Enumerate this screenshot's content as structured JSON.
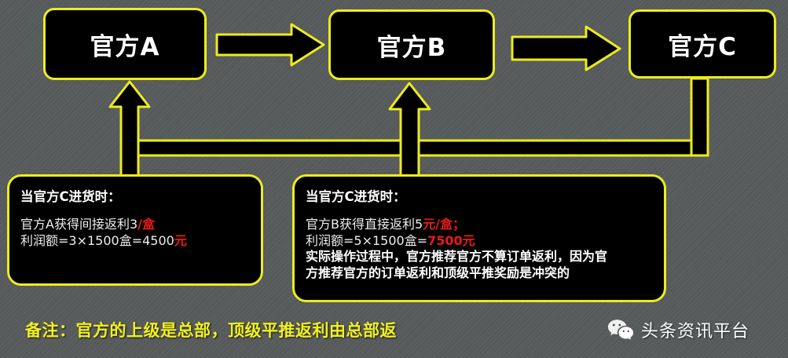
{
  "background": {
    "color": "#585c5d",
    "texture": "diagonal-hatch"
  },
  "theme": {
    "accent": "#ecec1e",
    "box_fill": "#000000",
    "text": "#ffffff",
    "highlight_red": "#e81b17",
    "footer_yellow": "#f2f21c"
  },
  "nodes": [
    {
      "id": "a",
      "label": "官方A"
    },
    {
      "id": "b",
      "label": "官方B"
    },
    {
      "id": "c",
      "label": "官方C"
    }
  ],
  "connectors": [
    {
      "name": "arrow-a-to-b",
      "direction": "right"
    },
    {
      "name": "arrow-b-to-c",
      "direction": "right"
    },
    {
      "name": "arrow-bus-to-a",
      "direction": "up"
    },
    {
      "name": "arrow-bus-to-b",
      "direction": "up"
    },
    {
      "name": "bus-line-from-c",
      "direction": "horizontal"
    }
  ],
  "info_boxes": [
    {
      "id": "left",
      "title": "当官方C进货时：",
      "lines": [
        {
          "segments": [
            {
              "text": "官方A获得间接返利3",
              "style": "normal"
            },
            {
              "text": "/盒",
              "style": "red"
            }
          ]
        },
        {
          "segments": [
            {
              "text": "利润额=3×1500盒=4500",
              "style": "normal"
            },
            {
              "text": "元",
              "style": "red"
            }
          ]
        }
      ]
    },
    {
      "id": "right",
      "title": "当官方C进货时：",
      "lines": [
        {
          "segments": [
            {
              "text": "官方B获得直接返利5",
              "style": "normal"
            },
            {
              "text": "元/盒",
              "style": "red"
            },
            {
              "text": "；",
              "style": "red"
            }
          ]
        },
        {
          "segments": [
            {
              "text": "利润额=5×1500盒=",
              "style": "normal"
            },
            {
              "text": "7500元",
              "style": "red"
            }
          ]
        },
        {
          "segments": [
            {
              "text": "实际操作过程中，官方推荐官方不算订单返利，因为官",
              "style": "bold"
            }
          ]
        },
        {
          "segments": [
            {
              "text": "方推荐官方的订单返利和顶级平推奖励是冲突的",
              "style": "bold"
            }
          ]
        }
      ]
    }
  ],
  "footer": {
    "note": "备注：官方的上级是总部，顶级平推返利由总部返"
  },
  "watermark": {
    "icon": "wechat-icon",
    "text": "头条资讯平台"
  }
}
